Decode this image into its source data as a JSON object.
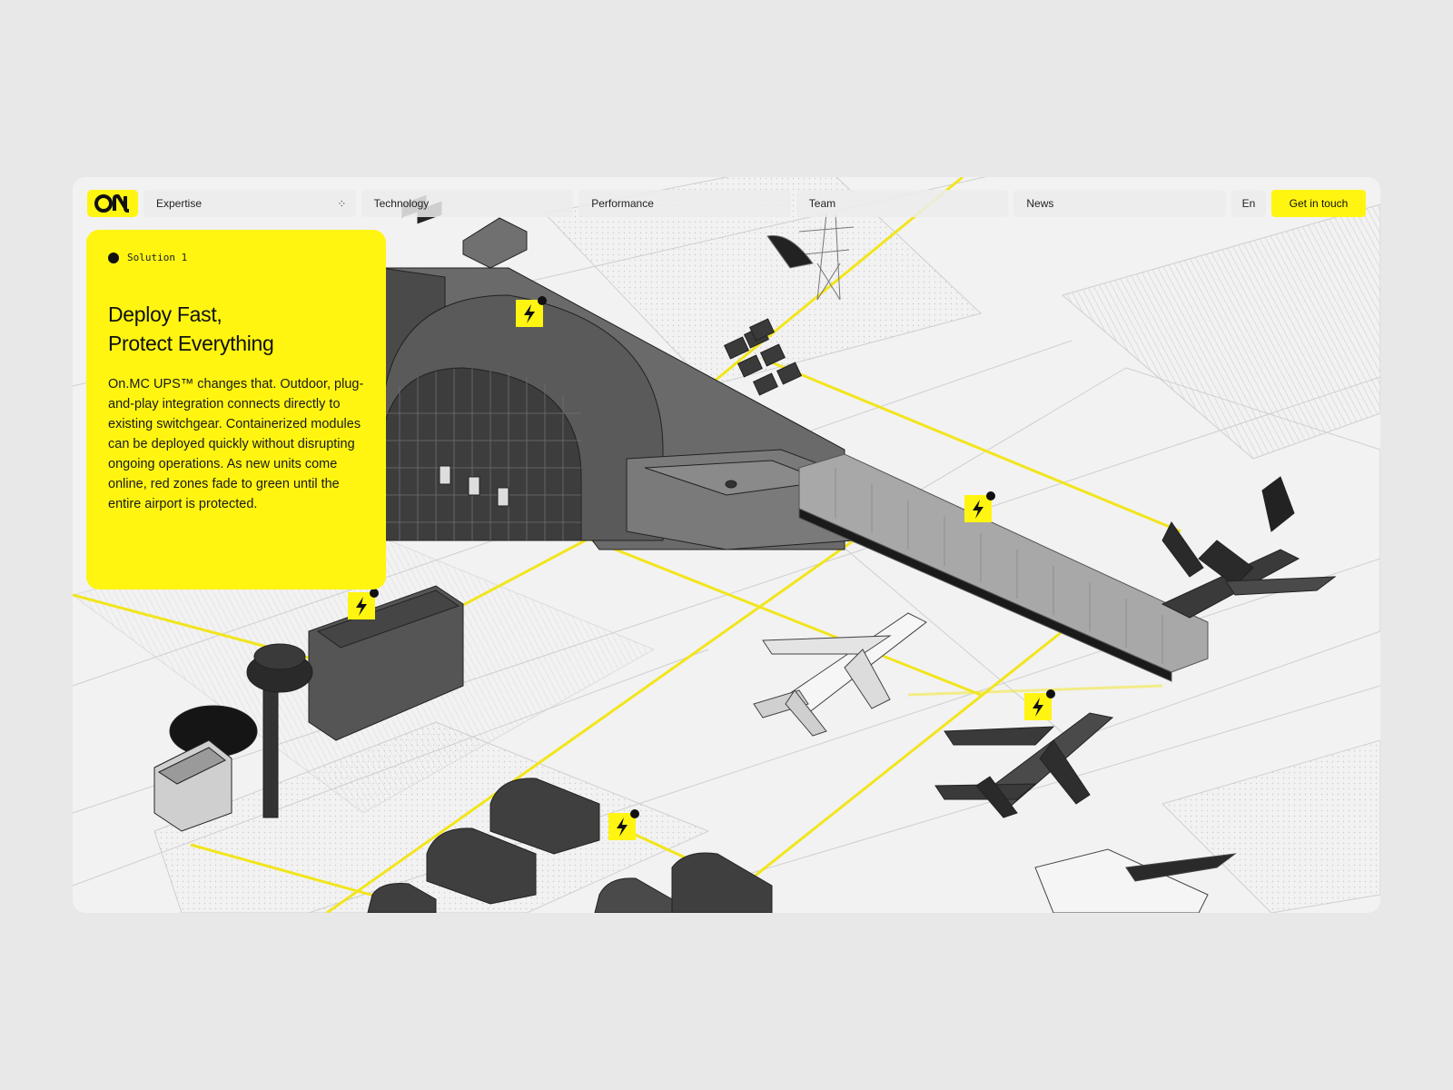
{
  "brand": {
    "logo_text": "ON",
    "accent_color": "#fff511",
    "background_color": "#e8e8e8"
  },
  "nav": {
    "items": [
      {
        "label": "Expertise"
      },
      {
        "label": "Technology"
      },
      {
        "label": "Performance"
      },
      {
        "label": "Team"
      },
      {
        "label": "News"
      }
    ],
    "expertise_icon": "dots-icon",
    "language": "En",
    "cta_label": "Get in touch"
  },
  "card": {
    "tag": "Solution 1",
    "title": "Deploy Fast,\nProtect Everything",
    "body": "On.MC UPS™ changes that. Outdoor, plug-and-play integration connects directly to existing switchgear. Containerized modules can be deployed quickly without disrupting ongoing operations. As new units come online, red zones fade to green until the entire airport is protected."
  },
  "scene": {
    "description_icons": [
      "hangar-illustration",
      "control-tower-illustration",
      "airplane-illustration",
      "jet-bridge-illustration",
      "power-marker-icon"
    ],
    "marker_icon": "lightning-bolt-icon"
  }
}
